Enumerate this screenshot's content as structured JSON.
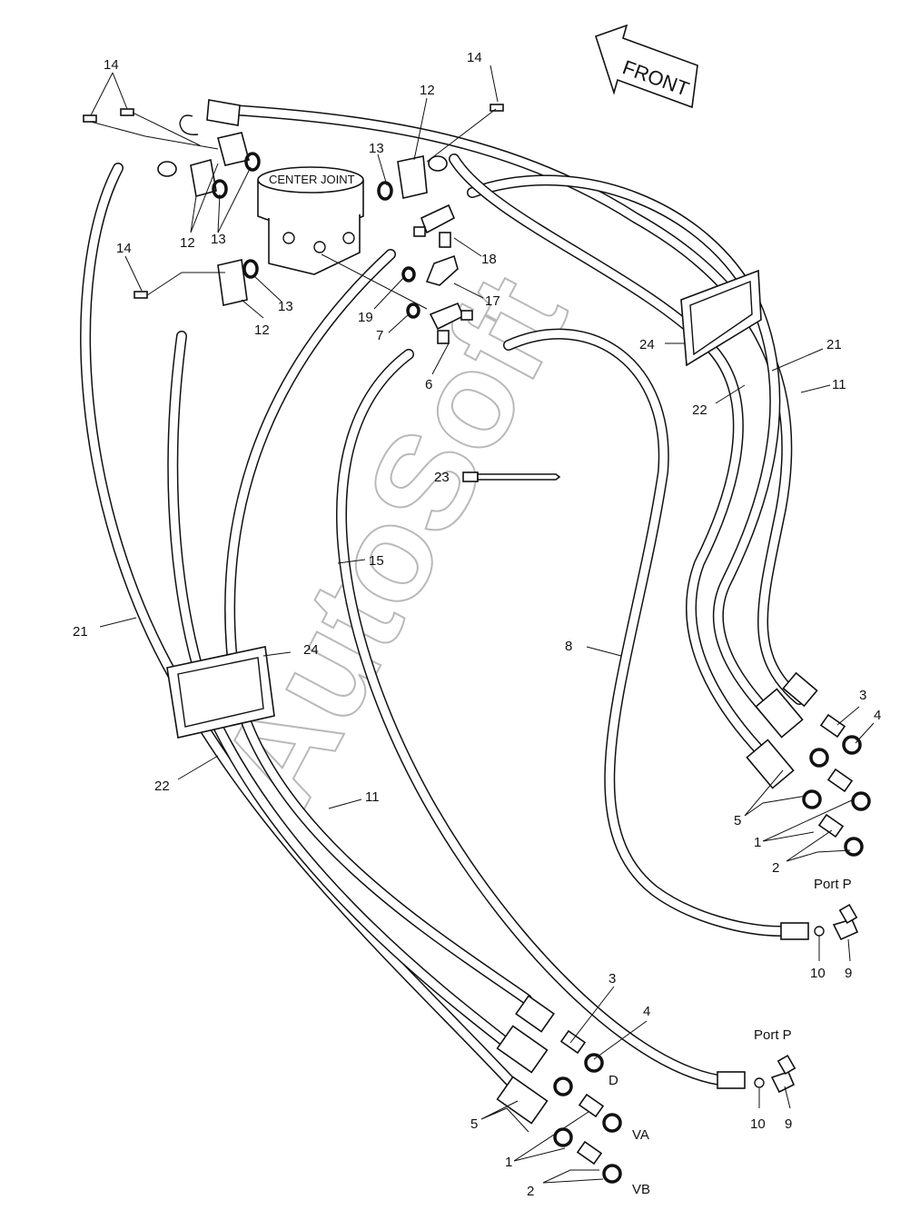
{
  "diagram": {
    "watermark": "AutoSoft",
    "front_arrow_label": "FRONT",
    "center_joint_label": "CENTER JOINT",
    "port_labels": {
      "port_p_right": "Port P",
      "port_p_bottom": "Port P"
    },
    "letter_labels": {
      "d": "D",
      "va": "VA",
      "vb": "VB"
    },
    "callouts": {
      "c14a": "14",
      "c14b": "14",
      "c14c": "14",
      "c12a": "12",
      "c12b": "12",
      "c12c": "12",
      "c13a": "13",
      "c13b": "13",
      "c13c": "13",
      "c18": "18",
      "c17": "17",
      "c19": "19",
      "c7": "7",
      "c6": "6",
      "c24a": "24",
      "c24b": "24",
      "c21a": "21",
      "c21b": "21",
      "c11a": "11",
      "c11b": "11",
      "c22a": "22",
      "c22b": "22",
      "c23": "23",
      "c15": "15",
      "c8": "8",
      "c3a": "3",
      "c4a": "4",
      "c5a": "5",
      "c1a": "1",
      "c2a": "2",
      "c10a": "10",
      "c9a": "9",
      "c3b": "3",
      "c4b": "4",
      "c5b": "5",
      "c1b": "1",
      "c2b": "2",
      "c10b": "10",
      "c9b": "9"
    }
  }
}
